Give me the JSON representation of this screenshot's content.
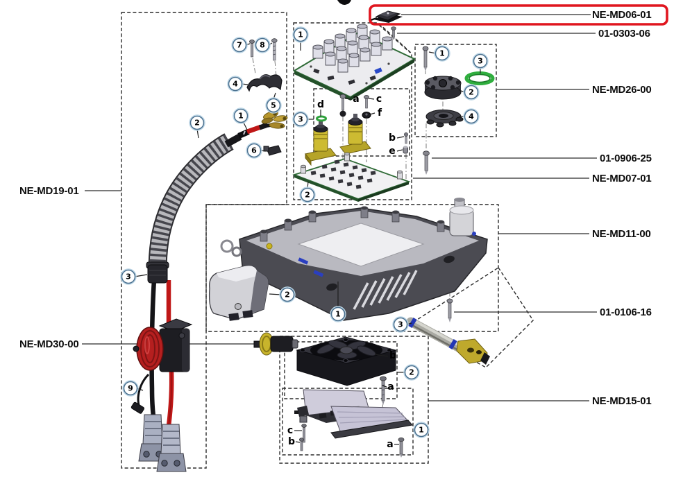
{
  "figure": {
    "kind": "exploded-parts-diagram",
    "highlighted_part": "NE-MD06-01"
  },
  "labels": {
    "left": [
      {
        "text": "NE-MD19-01"
      },
      {
        "text": "NE-MD30-00"
      }
    ],
    "right": [
      {
        "text": "NE-MD06-01",
        "highlighted": true
      },
      {
        "text": "01-0303-06"
      },
      {
        "text": "NE-MD26-00"
      },
      {
        "text": "01-0906-25"
      },
      {
        "text": "NE-MD07-01"
      },
      {
        "text": "NE-MD11-00"
      },
      {
        "text": "01-0106-16"
      },
      {
        "text": "NE-MD15-01"
      }
    ]
  },
  "callouts": {
    "n1": "1",
    "n2": "2",
    "n3": "3",
    "n4": "4",
    "n5": "5",
    "n6": "6",
    "n7": "7",
    "n8": "8",
    "n9": "9",
    "a": "a",
    "b": "b",
    "c": "c",
    "d": "d",
    "e": "e",
    "f": "f"
  },
  "colors": {
    "highlight_red": "#e0161f",
    "oring_green": "#2fae3e",
    "cable_red": "#bf1717",
    "callout_ring": "#4a708f",
    "accent_blue": "#2a3fc0"
  }
}
